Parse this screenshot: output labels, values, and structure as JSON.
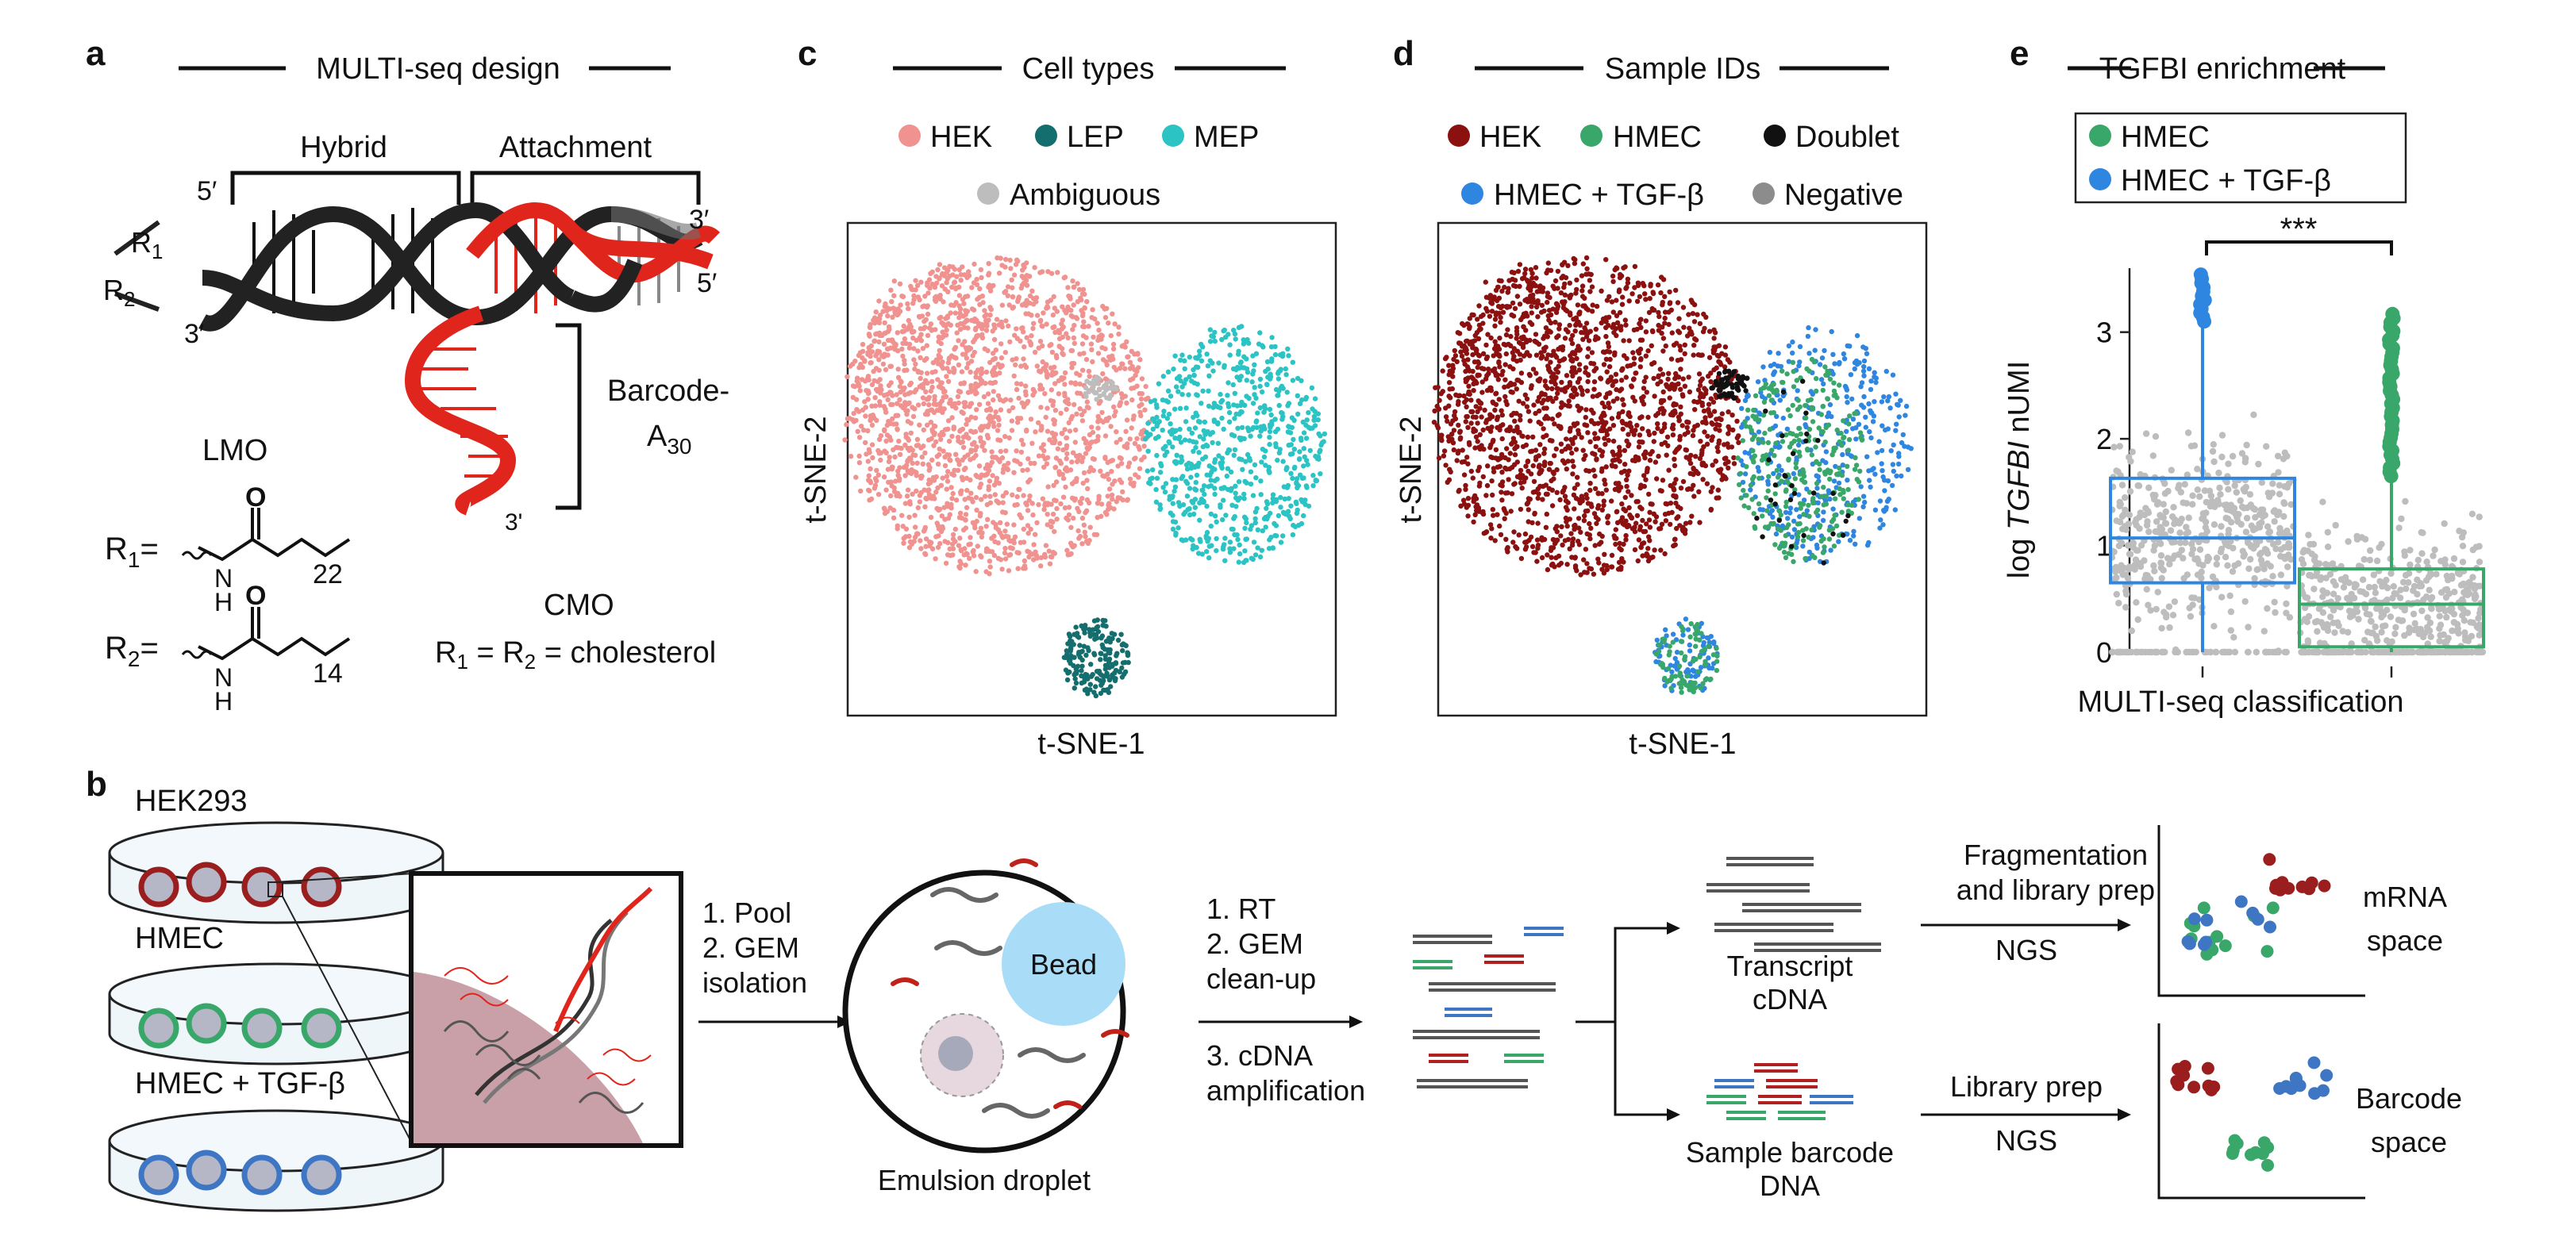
{
  "panel_labels": {
    "a": "a",
    "b": "b",
    "c": "c",
    "d": "d",
    "e": "e"
  },
  "panel_a": {
    "title": "MULTI-seq design",
    "hybrid": "Hybrid",
    "attachment": "Attachment",
    "five_prime": "5′",
    "three_prime": "3′",
    "three_prime_alt": "3'",
    "r1": "R",
    "r1_sub": "1",
    "r2": "R",
    "r2_sub": "2",
    "barcode": "Barcode-",
    "barcode_a": "A",
    "barcode_sub": "30",
    "lmo": "LMO",
    "cmo": "CMO",
    "r1_eq": "R",
    "r1_eq_sub": "1",
    "r2_eq": "R",
    "r2_eq_sub": "2",
    "equals": "=",
    "oxygen": "O",
    "nitrogen": "N",
    "hydrogen": "H",
    "sub22": "22",
    "sub14": "14",
    "cmo_eq_r1": "R",
    "cmo_eq_sub1": "1",
    "cmo_eq_mid": " = R",
    "cmo_eq_sub2": "2",
    "cmo_eq_end": " = cholesterol"
  },
  "panel_b": {
    "dish1": "HEK293",
    "dish2": "HMEC",
    "dish3": "HMEC + TGF-β",
    "pool1": "1. Pool",
    "pool2": "2. GEM",
    "pool3": "isolation",
    "bead": "Bead",
    "droplet": "Emulsion droplet",
    "rt1": "1. RT",
    "rt2": "2. GEM",
    "rt3": "clean-up",
    "rt4": "3. cDNA",
    "rt5": "amplification",
    "transcript1": "Transcript",
    "transcript2": "cDNA",
    "barcode1": "Sample barcode",
    "barcode2": "DNA",
    "frag1": "Fragmentation",
    "frag2": "and library prep",
    "ngs1": "NGS",
    "lib": "Library prep",
    "ngs2": "NGS",
    "mrna1": "mRNA",
    "mrna2": "space",
    "bc1": "Barcode",
    "bc2": "space"
  },
  "panel_c": {
    "title": "Cell types",
    "legend": [
      {
        "label": "HEK",
        "color": "#f0928f"
      },
      {
        "label": "LEP",
        "color": "#156e6e"
      },
      {
        "label": "MEP",
        "color": "#2bc3c3"
      },
      {
        "label": "Ambiguous",
        "color": "#bdbdbd"
      }
    ],
    "xlabel": "t-SNE-1",
    "ylabel": "t-SNE-2"
  },
  "panel_d": {
    "title": "Sample IDs",
    "legend": [
      {
        "label": "HEK",
        "color": "#8b1111"
      },
      {
        "label": "HMEC",
        "color": "#3aa76a"
      },
      {
        "label": "Doublet",
        "color": "#111111"
      },
      {
        "label": "HMEC + TGF-β",
        "color": "#2f86e0"
      },
      {
        "label": "Negative",
        "color": "#8c8c8c"
      }
    ],
    "xlabel": "t-SNE-1",
    "ylabel": "t-SNE-2"
  },
  "chart_data": {
    "type": "box",
    "title": "TGFBI enrichment",
    "xlabel": "MULTI-seq classification",
    "ylabel_pre": "log ",
    "ylabel_gene": "TGFBI",
    "ylabel_post": " nUMI",
    "ylim": [
      0,
      3.6
    ],
    "yticks": [
      0,
      1,
      2,
      3
    ],
    "significance": "***",
    "series": [
      {
        "name": "HMEC",
        "color": "#3aa76a",
        "q1": 0.05,
        "median": 0.45,
        "q3": 0.78,
        "whisker_low": 0.0,
        "whisker_high": 1.6,
        "max_outlier": 3.2
      },
      {
        "name": "HMEC + TGF-β",
        "color": "#2f86e0",
        "q1": 0.65,
        "median": 1.07,
        "q3": 1.63,
        "whisker_low": 0.0,
        "whisker_high": 3.05,
        "max_outlier": 3.55
      }
    ],
    "order": [
      "HMEC + TGF-β",
      "HMEC"
    ]
  }
}
